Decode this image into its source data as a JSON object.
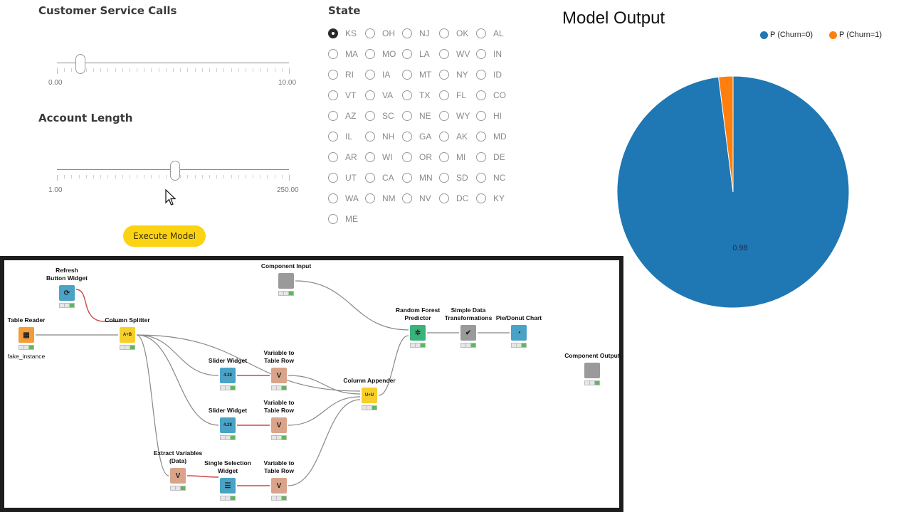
{
  "sliders": [
    {
      "title": "Customer Service Calls",
      "min_label": "0.00",
      "max_label": "10.00",
      "min": 0,
      "max": 10,
      "value": 1
    },
    {
      "title": "Account Length",
      "min_label": "1.00",
      "max_label": "250.00",
      "min": 1,
      "max": 250,
      "value": 128
    }
  ],
  "execute_button": {
    "label": "Execute Model"
  },
  "state": {
    "title": "State",
    "selected": "KS",
    "rows": [
      [
        "KS",
        "OH",
        "NJ",
        "OK",
        "AL"
      ],
      [
        "MA",
        "MO",
        "LA",
        "WV",
        "IN"
      ],
      [
        "RI",
        "IA",
        "MT",
        "NY",
        "ID"
      ],
      [
        "VT",
        "VA",
        "TX",
        "FL",
        "CO"
      ],
      [
        "AZ",
        "SC",
        "NE",
        "WY",
        "HI"
      ],
      [
        "IL",
        "NH",
        "GA",
        "AK",
        "MD"
      ],
      [
        "AR",
        "WI",
        "OR",
        "MI",
        "DE"
      ],
      [
        "UT",
        "CA",
        "MN",
        "SD",
        "NC"
      ],
      [
        "WA",
        "NM",
        "NV",
        "DC",
        "KY"
      ],
      [
        "ME"
      ]
    ]
  },
  "chart_data": {
    "type": "pie",
    "title": "Model Output",
    "categories": [
      "P (Churn=0)",
      "P (Churn=1)"
    ],
    "values": [
      0.98,
      0.02
    ],
    "colors": [
      "#1f77b4",
      "#ff7f0e"
    ],
    "data_labels": [
      "0.98",
      ""
    ],
    "legend_position": "top-right"
  },
  "workflow": {
    "nodes": [
      {
        "id": "refresh",
        "label": [
          "Refresh",
          "Button Widget"
        ],
        "color": "#4aa3c6",
        "glyph": "⟳"
      },
      {
        "id": "table-reader",
        "label": [
          "Table Reader"
        ],
        "sublabel": "fake_instance",
        "color": "#f39c3a",
        "glyph": "▦"
      },
      {
        "id": "column-splitter",
        "label": [
          "Column Splitter"
        ],
        "color": "#f7cf2a",
        "glyph": "A+B"
      },
      {
        "id": "component-input",
        "label": [
          "Component Input"
        ],
        "color": "#9a9a9a",
        "glyph": ""
      },
      {
        "id": "slider-1",
        "label": [
          "Slider Widget"
        ],
        "color": "#4aa3c6",
        "glyph": "4.28"
      },
      {
        "id": "var-row-1",
        "label": [
          "Variable to",
          "Table Row"
        ],
        "color": "#d9a48a",
        "glyph": "V"
      },
      {
        "id": "slider-2",
        "label": [
          "Slider Widget"
        ],
        "color": "#4aa3c6",
        "glyph": "4.28"
      },
      {
        "id": "var-row-2",
        "label": [
          "Variable to",
          "Table Row"
        ],
        "color": "#d9a48a",
        "glyph": "V"
      },
      {
        "id": "extract-vars",
        "label": [
          "Extract Variables",
          "(Data)"
        ],
        "color": "#d9a48a",
        "glyph": "V"
      },
      {
        "id": "single-selection",
        "label": [
          "Single Selection",
          "Widget"
        ],
        "color": "#4aa3c6",
        "glyph": "☰"
      },
      {
        "id": "var-row-3",
        "label": [
          "Variable to",
          "Table Row"
        ],
        "color": "#d9a48a",
        "glyph": "V"
      },
      {
        "id": "column-appender",
        "label": [
          "Column Appender"
        ],
        "color": "#f7cf2a",
        "glyph": "U+U"
      },
      {
        "id": "rf-predictor",
        "label": [
          "Random Forest",
          "Predictor"
        ],
        "color": "#3bb27a",
        "glyph": "✲"
      },
      {
        "id": "simple-transform",
        "label": [
          "Simple Data",
          "Transformations"
        ],
        "color": "#9a9a9a",
        "glyph": "✔"
      },
      {
        "id": "pie-chart",
        "label": [
          "Pie/Donut Chart"
        ],
        "color": "#4aa3c6",
        "glyph": "◔"
      },
      {
        "id": "component-output",
        "label": [
          "Component Output"
        ],
        "color": "#9a9a9a",
        "glyph": ""
      }
    ]
  }
}
